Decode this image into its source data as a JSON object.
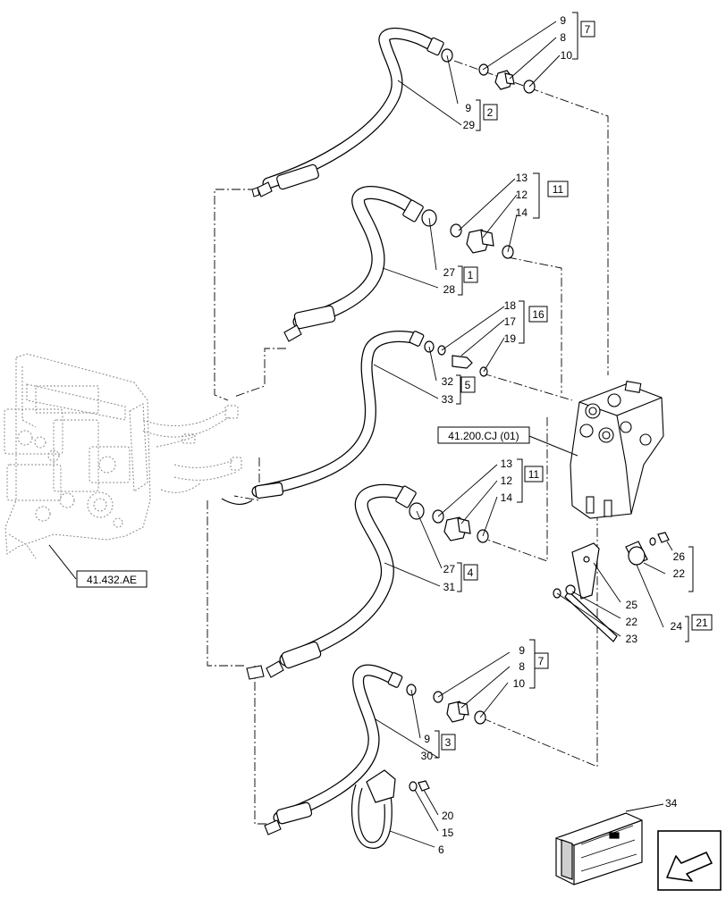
{
  "callouts": {
    "c9a": "9",
    "c8a": "8",
    "c10a": "10",
    "k7a": "7",
    "c9b": "9",
    "c29": "29",
    "k2": "2",
    "c13a": "13",
    "c12a": "12",
    "c14a": "14",
    "k11a": "11",
    "c27a": "27",
    "k1": "1",
    "c28": "28",
    "c18": "18",
    "c17": "17",
    "c19": "19",
    "k16": "16",
    "c32": "32",
    "k5": "5",
    "c33": "33",
    "c13b": "13",
    "c12b": "12",
    "c14b": "14",
    "k11b": "11",
    "c27b": "27",
    "k4": "4",
    "c31": "31",
    "c26": "26",
    "c22a": "22",
    "c25": "25",
    "c22b": "22",
    "c23": "23",
    "c24": "24",
    "k21": "21",
    "c9c": "9",
    "c8c": "8",
    "c10c": "10",
    "k7c": "7",
    "c9d": "9",
    "k3": "3",
    "c30": "30",
    "c20": "20",
    "c15": "15",
    "c6": "6",
    "c34": "34"
  },
  "references": {
    "valve_ref": "41.200.CJ (01)",
    "assembly_ref": "41.432.AE"
  },
  "colors": {
    "line": "#000000",
    "ghost": "#8a8a8a",
    "background": "#ffffff"
  },
  "icons": {
    "kit_box": "kit-box-icon",
    "nav_arrow": "navigation-arrow-icon"
  }
}
